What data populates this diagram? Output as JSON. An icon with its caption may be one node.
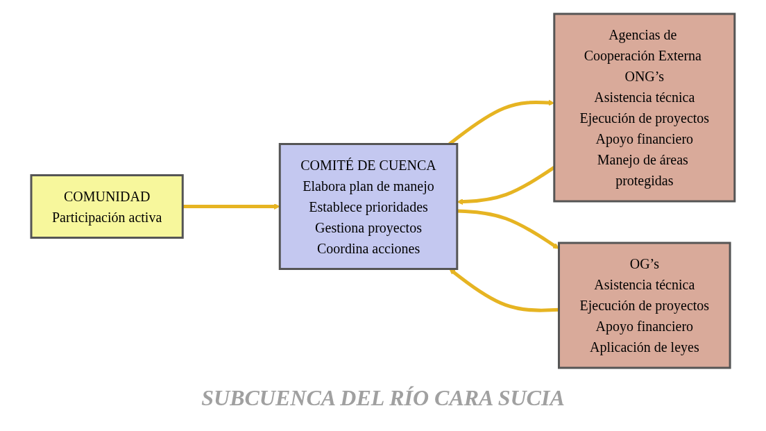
{
  "diagram": {
    "caption": "SUBCUENCA DEL RÍO CARA SUCIA",
    "nodes": [
      {
        "text": [
          "COMITÉ DE CUENCA",
          "Elabora plan de manejo",
          "Establece prioridades",
          "Gestiona proyectos",
          "Coordina acciones"
        ]
      },
      {
        "text": [
          "Agencias de Cooperación Externa ONG’s",
          "Asistencia técnica",
          "Ejecución de proyectos",
          "Apoyo financiero",
          "Manejo de áreas protegidas"
        ]
      },
      {
        "text": [
          "OG’s",
          "Asistencia técnica",
          "Ejecución de proyectos",
          "Apoyo financiero",
          "Aplicación de leyes"
        ]
      },
      {
        "text": [
          "COMUNIDAD",
          "Participación activa"
        ]
      }
    ],
    "edges": [
      {
        "from": 1,
        "to": 0,
        "arrow": "to"
      },
      {
        "from": 0,
        "to": 1,
        "arrow": "to"
      },
      {
        "from": 2,
        "to": 0,
        "arrow": "to"
      },
      {
        "from": 0,
        "to": 2,
        "arrow": "to"
      },
      {
        "from": 3,
        "to": 0,
        "arrow": "to"
      }
    ]
  }
}
